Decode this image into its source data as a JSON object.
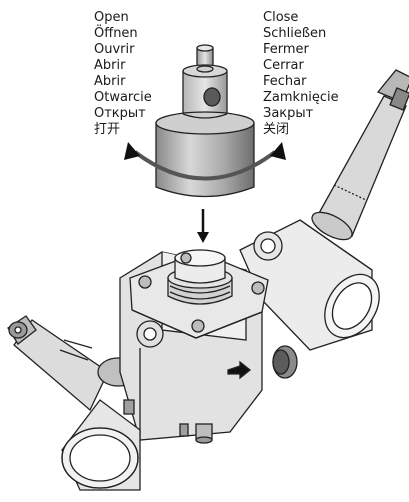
{
  "open_labels": [
    "Open",
    "Öffnen",
    "Ouvrir",
    "Abrir",
    "Abrir",
    "Otwarcie",
    "Открыт",
    "打开"
  ],
  "close_labels": [
    "Close",
    "Schließen",
    "Fermer",
    "Cerrar",
    "Fechar",
    "Zamknięcie",
    "Закрыт",
    "关闭"
  ]
}
